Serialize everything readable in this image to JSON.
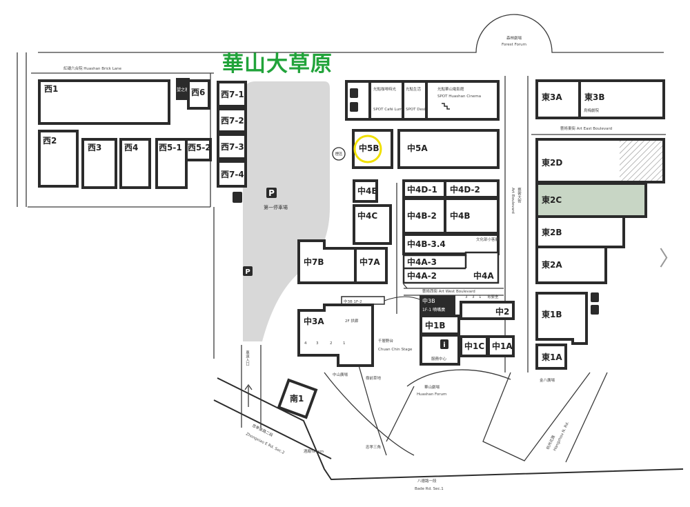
{
  "title": "華山大草原",
  "colors": {
    "title": "#21a33a",
    "highlight_circle": "#f0e000",
    "highlight_area": "#c8d6c5",
    "parking_area": "#d8d8d8",
    "building_stroke": "#2b2b2b"
  },
  "roads": {
    "forest_zh": "森林劇場",
    "forest_en": "Forest Forum",
    "brick_lane": "紅磚六合院 Huashan Brick Lane",
    "east_blvd": "藝術東街 Art East Boulevard",
    "west_blvd": "藝術西街 Art West Boulevard",
    "art_blvd_zh": "藝術大街",
    "art_blvd_en": "Art Boulevard",
    "parking_lot": "第一停車場",
    "entrance": "車道入口",
    "zhongxiao_zh": "忠孝東路二段",
    "zhongxiao_en": "Zhongxiao E Rd. Sec.2",
    "bade_zh": "八德路一段",
    "bade_en": "Bade Rd. Sec.1",
    "hangzhou_zh": "杭州北路",
    "hangzhou_en": "Hangzhou N. Rd.",
    "triangle": "忠孝三角",
    "huashan_forum_zh": "華山劇場",
    "huashan_forum_en": "Huashan Forum",
    "chuanchin_zh": "千層野台",
    "chuanchin_en": "Chuan Chin Stage",
    "jinba_zh": "金八廣場",
    "ping_zh": "中山廣場",
    "tree_zh": "樹前草地",
    "jiuba": "酒廠Tavern"
  },
  "buildings": {
    "w1": "西1",
    "w2": "西2",
    "w3": "西3",
    "w4": "西4",
    "w5_1": "西5-1",
    "w5_2": "西5-2",
    "w6": "西6",
    "w6_side": "望之家",
    "w7_1": "西7-1",
    "w7_2": "西7-2",
    "w7_3": "西7-3",
    "w7_4": "西7-4",
    "c5b": "中5B",
    "c5a": "中5A",
    "c4e": "中4E",
    "c4c": "中4C",
    "c4d1": "中4D-1",
    "c4d2": "中4D-2",
    "c4b2": "中4B-2",
    "c4b": "中4B",
    "c4b34": "中4B-3.4",
    "c4a3": "中4A-3",
    "c4a2": "中4A-2",
    "c4a": "中4A",
    "c7b": "中7B",
    "c7a": "中7A",
    "c3a": "中3A",
    "c3b1f2": "中3B 1F-2",
    "c3b": "中3B",
    "c3b_sub": "1F-1 噴嘴廣",
    "c1b": "中1B",
    "c1c": "中1C",
    "c1a": "中1A",
    "c2": "中2",
    "s1": "南1",
    "e3a": "東3A",
    "e3b": "東3B",
    "e3b_sub": "烏梅劇院",
    "e2d": "東2D",
    "e2c": "東2C",
    "e2b": "東2B",
    "e2a": "東2A",
    "e1b": "東1B",
    "e1a": "東1A"
  },
  "shops": {
    "spot_cafe_zh": "光點咖啡時光",
    "spot_cafe_en": "SPOT Café Lumière",
    "spot_design_zh": "光點生活",
    "spot_design_en": "SPOT Design",
    "spot_cinema_zh": "光點華山電影館",
    "spot_cinema_en": "SPOT Huashan Cinema",
    "culture_zh": "文化部小客廳",
    "c3a_2f": "2F 拱廊",
    "c3a_units": [
      "4",
      "3",
      "2",
      "1"
    ],
    "service_zh": "服務中心",
    "c2_units": [
      "3",
      "3",
      "1"
    ],
    "c2_sub": "育嬰室",
    "smoke": "煙區"
  },
  "icons": {
    "parking": "P",
    "info": "i"
  },
  "nav": {
    "next": "〉"
  }
}
